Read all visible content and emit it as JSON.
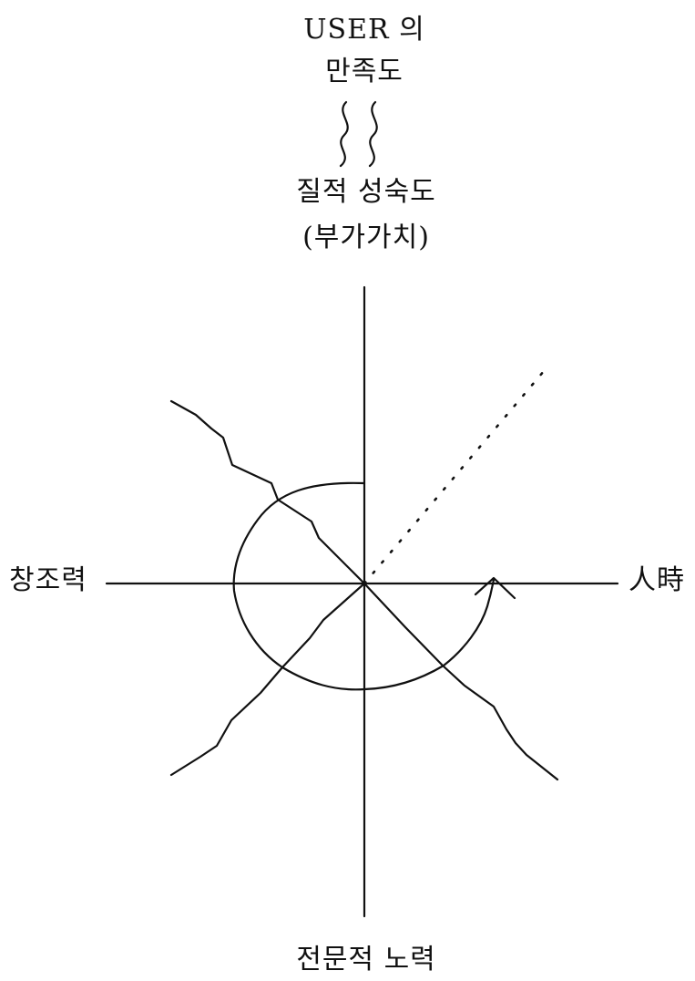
{
  "labels": {
    "top_line1": "USER 의",
    "top_line2": "만족도",
    "mid_line1": "질적 성숙도",
    "mid_line2": "(부가가치)",
    "left": "창조력",
    "right": "人時",
    "bottom": "전문적 노력"
  },
  "colors": {
    "ink": "#111111",
    "background": "#ffffff"
  }
}
